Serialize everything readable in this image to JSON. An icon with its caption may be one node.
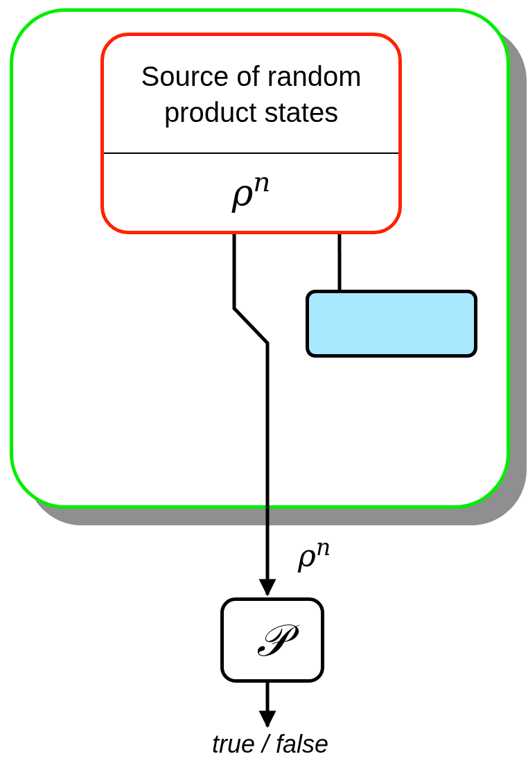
{
  "diagram": {
    "nodes": [
      {
        "text": [],
        "shape": "box"
      },
      {
        "text": [
          "Source of random product states",
          "ρ$^{n}$"
        ],
        "in": 0
      },
      {
        "text": [],
        "shape": "box",
        "in": 0
      },
      {
        "text": [
          "𝒫"
        ]
      },
      {
        "text": [
          "true / false"
        ]
      }
    ],
    "edges": [
      {
        "from": 1,
        "to": 3,
        "arrow": "to",
        "label": "ρ$^{n}$"
      },
      {
        "from": 1,
        "to": 2,
        "arrow": "none"
      },
      {
        "from": 3,
        "to": 4,
        "arrow": "to"
      }
    ]
  }
}
